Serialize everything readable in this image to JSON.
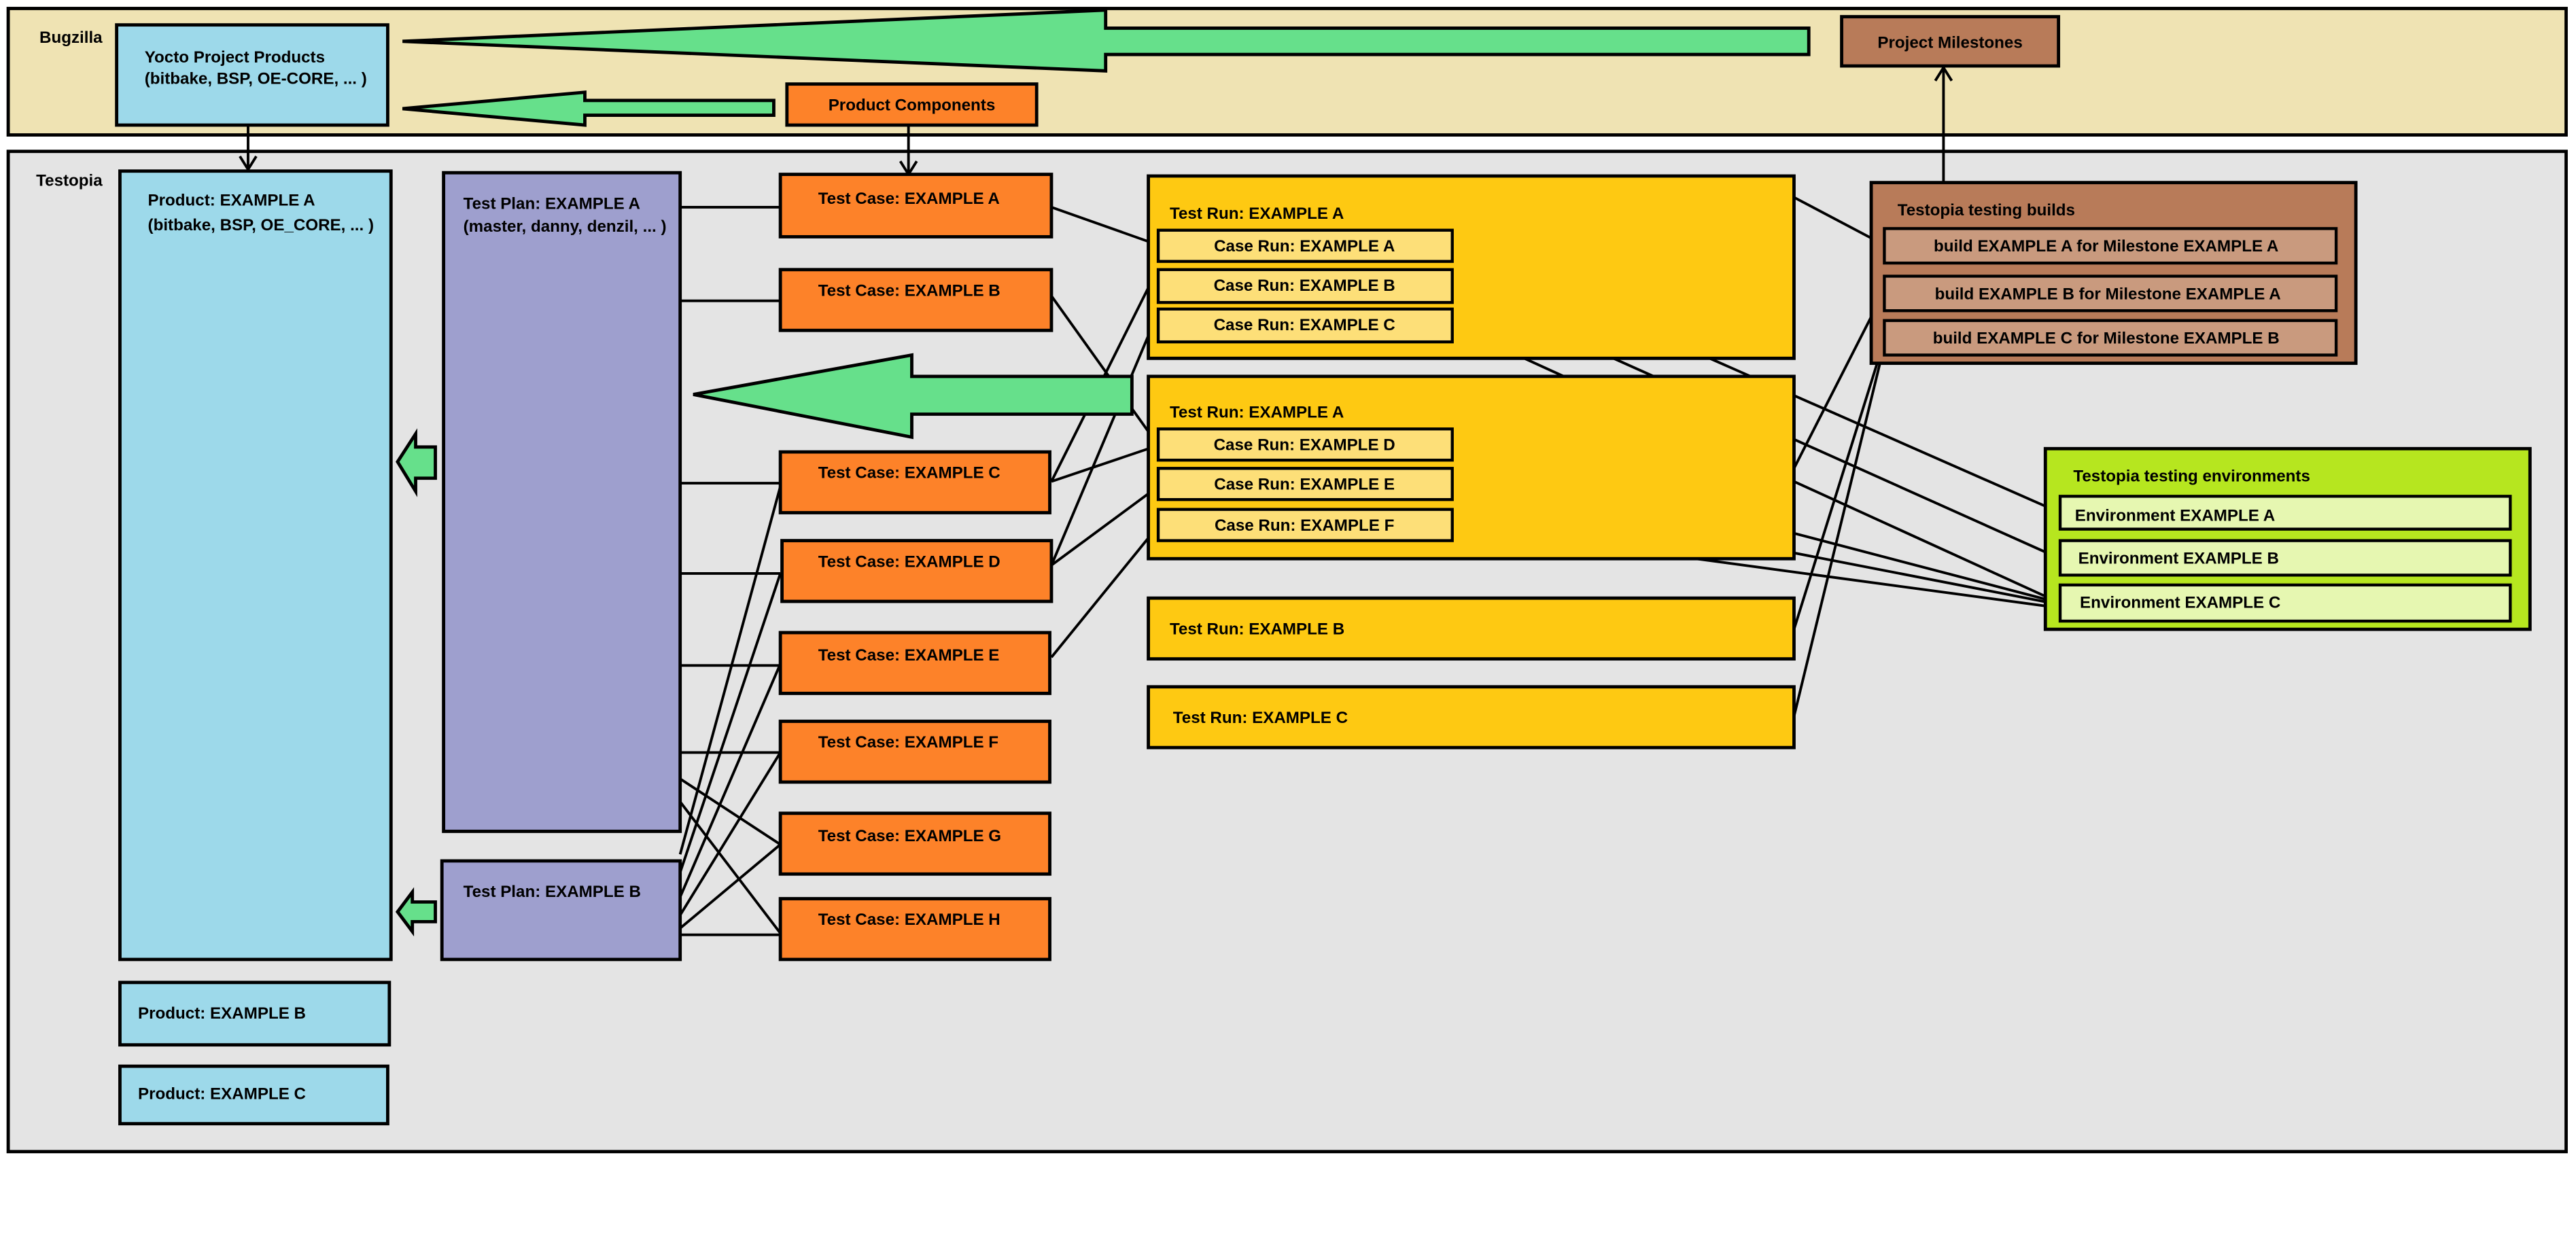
{
  "colors": {
    "bugzilla_bg": "#efe3b3",
    "testopia_bg": "#e4e4e4",
    "product": "#9dd9ea",
    "test_plan": "#9e9fce",
    "test_case": "#fd8229",
    "test_run": "#fec912",
    "case_run": "#fddf78",
    "builds_frame": "#b87b59",
    "build_item": "#c99a7e",
    "milestones": "#b87b59",
    "env_frame": "#b6e61f",
    "env_item": "#e6f7b1",
    "arrow_green": "#66e08b"
  },
  "bugzilla": {
    "label": "Bugzilla",
    "yocto_products": {
      "line1": "Yocto Project Products",
      "line2": "(bitbake, BSP, OE-CORE, ... )"
    },
    "product_components": "Product Components",
    "project_milestones": "Project Milestones"
  },
  "testopia": {
    "label": "Testopia",
    "products": [
      {
        "line1": "Product: EXAMPLE A",
        "line2": "(bitbake, BSP, OE_CORE, ... )"
      },
      {
        "line1": "Product: EXAMPLE B"
      },
      {
        "line1": "Product: EXAMPLE C"
      }
    ],
    "test_plans": [
      {
        "line1": "Test Plan: EXAMPLE A",
        "line2": "(master, danny, denzil, ... )"
      },
      {
        "line1": "Test Plan: EXAMPLE B"
      }
    ],
    "test_cases": [
      "Test Case: EXAMPLE A",
      "Test Case: EXAMPLE B",
      "Test Case: EXAMPLE C",
      "Test Case: EXAMPLE D",
      "Test Case: EXAMPLE E",
      "Test Case: EXAMPLE F",
      "Test Case: EXAMPLE G",
      "Test Case: EXAMPLE H"
    ],
    "test_runs": [
      {
        "label": "Test Run: EXAMPLE A",
        "case_runs": [
          "Case Run: EXAMPLE A",
          "Case Run: EXAMPLE B",
          "Case Run: EXAMPLE C"
        ]
      },
      {
        "label": "Test Run: EXAMPLE A",
        "case_runs": [
          "Case Run: EXAMPLE D",
          "Case Run: EXAMPLE E",
          "Case Run: EXAMPLE F"
        ]
      },
      {
        "label": "Test Run: EXAMPLE B"
      },
      {
        "label": "Test Run: EXAMPLE C"
      }
    ],
    "builds": {
      "label": "Testopia testing builds",
      "items": [
        "build EXAMPLE A for Milestone EXAMPLE A",
        "build EXAMPLE B  for Milestone EXAMPLE A",
        "build EXAMPLE C  for Milestone EXAMPLE B"
      ]
    },
    "environments": {
      "label": "Testopia testing environments",
      "items": [
        "Environment EXAMPLE A",
        "Environment EXAMPLE B",
        "Environment EXAMPLE C"
      ]
    }
  }
}
